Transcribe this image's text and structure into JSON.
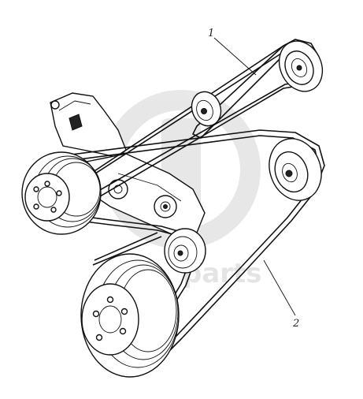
{
  "callouts": [
    {
      "id": "1",
      "label": "1"
    },
    {
      "id": "2",
      "label": "2"
    }
  ],
  "watermark": {
    "text": "parts",
    "color": "#cfcfcf"
  },
  "colors": {
    "ink": "#111111",
    "paper": "#ffffff",
    "watermark": "#cfcfcf"
  }
}
